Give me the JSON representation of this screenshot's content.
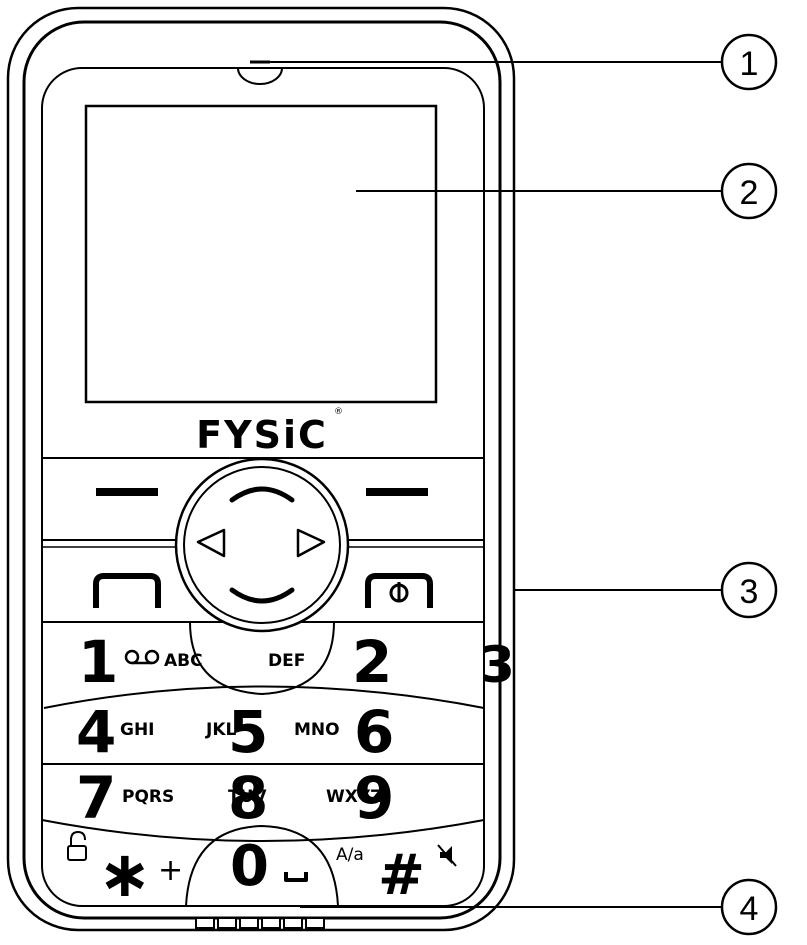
{
  "brand": {
    "name": "FYSiC",
    "mark": "®"
  },
  "keys": {
    "k1": {
      "digit": "1",
      "letters": "ABC"
    },
    "k2": {
      "digit": "2",
      "letters": "DEF"
    },
    "k3": {
      "digit": "3"
    },
    "k4": {
      "digit": "4",
      "letters": "GHI"
    },
    "k5": {
      "digit": "5",
      "letters": "JKL"
    },
    "k6": {
      "digit": "6",
      "letters": "MNO"
    },
    "k7": {
      "digit": "7",
      "letters": "PQRS"
    },
    "k8": {
      "digit": "8",
      "letters": "TUV"
    },
    "k9": {
      "digit": "9",
      "letters": "WXYZ"
    },
    "k0": {
      "digit": "0"
    },
    "star": {
      "symbol": "∗",
      "plus": "+"
    },
    "hash": {
      "symbol": "#",
      "case": "A/a"
    }
  },
  "callouts": [
    "1",
    "2",
    "3",
    "4"
  ],
  "icons": {
    "voicemail": "voicemail-icon",
    "lock": "lock-icon",
    "space": "space-icon",
    "mute": "mute-icon",
    "call": "call-icon",
    "end_call": "end-call-icon",
    "left": "left-arrow-icon",
    "right": "right-arrow-icon",
    "up": "up-arc-icon",
    "down": "down-arc-icon"
  }
}
